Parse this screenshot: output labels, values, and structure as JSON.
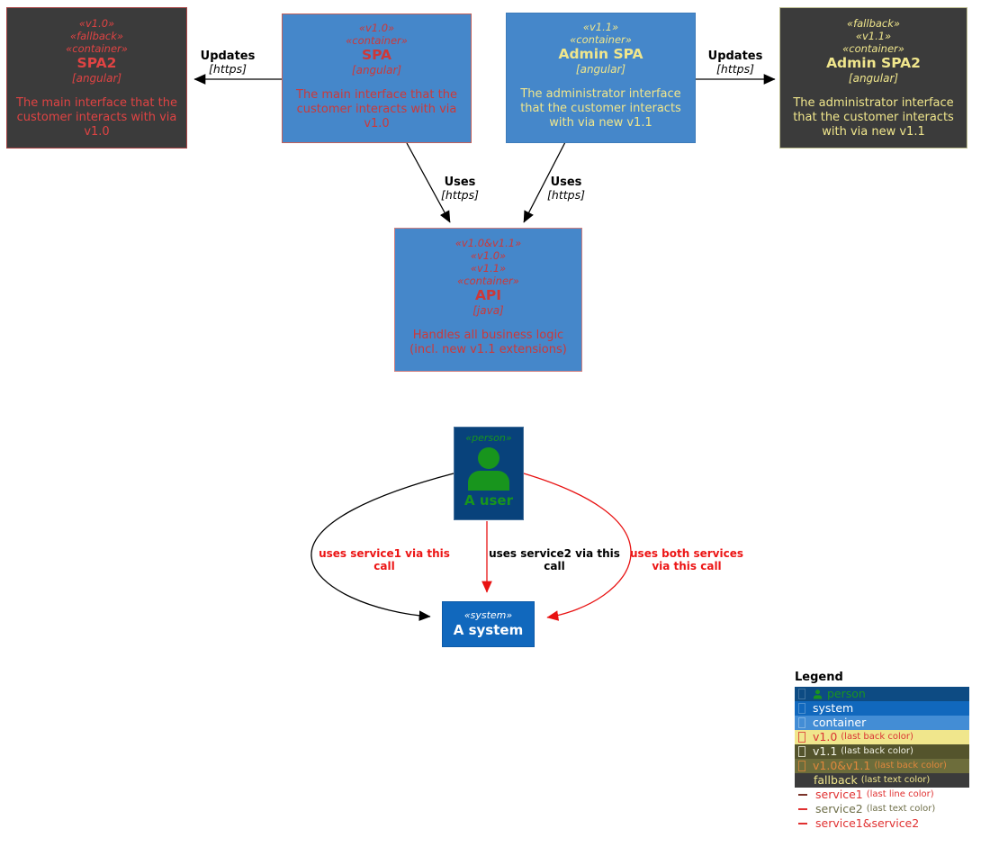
{
  "diagram": {
    "nodes": {
      "spa2": {
        "stereotypes": [
          "«v1.0»",
          "«fallback»",
          "«container»"
        ],
        "name": "SPA2",
        "tech": "[angular]",
        "description": "The main interface that the customer interacts with via v1.0"
      },
      "spa": {
        "stereotypes": [
          "«v1.0»",
          "«container»"
        ],
        "name": "SPA",
        "tech": "[angular]",
        "description": "The main interface that the customer interacts with via v1.0"
      },
      "admin_spa": {
        "stereotypes": [
          "«v1.1»",
          "«container»"
        ],
        "name": "Admin SPA",
        "tech": "[angular]",
        "description": "The administrator interface that the customer interacts with via new v1.1"
      },
      "admin_spa2": {
        "stereotypes": [
          "«fallback»",
          "«v1.1»",
          "«container»"
        ],
        "name": "Admin SPA2",
        "tech": "[angular]",
        "description": "The administrator interface that the customer interacts with via new v1.1"
      },
      "api": {
        "stereotypes": [
          "«v1.0&v1.1»",
          "«v1.0»",
          "«v1.1»",
          "«container»"
        ],
        "name": "API",
        "tech": "[java]",
        "description": "Handles all business logic (incl. new v1.1 extensions)"
      },
      "user": {
        "stereotype": "«person»",
        "name": "A user"
      },
      "system": {
        "stereotype": "«system»",
        "name": "A system"
      }
    },
    "edges": {
      "updates_left": {
        "label": "Updates",
        "tech": "[https]"
      },
      "updates_right": {
        "label": "Updates",
        "tech": "[https]"
      },
      "uses_left": {
        "label": "Uses",
        "tech": "[https]"
      },
      "uses_right": {
        "label": "Uses",
        "tech": "[https]"
      },
      "service1": {
        "label": "uses service1 via this call"
      },
      "service2": {
        "label": "uses service2 via this call"
      },
      "both_services": {
        "label": "uses both services via this call"
      }
    }
  },
  "legend": {
    "title": "Legend",
    "rows": {
      "person": {
        "label": "person",
        "suffix": ""
      },
      "system": {
        "label": "system",
        "suffix": ""
      },
      "container": {
        "label": "container",
        "suffix": ""
      },
      "v10": {
        "label": "v1.0",
        "suffix": "(last back color)"
      },
      "v11": {
        "label": "v1.1",
        "suffix": "(last back color)"
      },
      "v10v11": {
        "label": "v1.0&v1.1",
        "suffix": "(last back color)"
      },
      "fallback": {
        "label": "fallback",
        "suffix": "(last text color)"
      },
      "service1": {
        "label": "service1",
        "suffix": "(last line color)"
      },
      "service2": {
        "label": "service2",
        "suffix": "(last text color)"
      },
      "s1s2": {
        "label": "service1&service2",
        "suffix": ""
      }
    }
  },
  "colors": {
    "container_blue": "#4587ca",
    "legend_container_blue": "#438dd5",
    "system_blue": "#1168bd",
    "person_navy": "#08427b",
    "dark_gray": "#3b3b3b",
    "khaki": "#f0e68c",
    "box_red_text": "#cd3838",
    "bright_red": "#ec1515",
    "green": "#18951d",
    "orange": "#e0883c",
    "olive_dark": "#54542c",
    "olive": "#6d6d3b",
    "maroon_dash": "#7b342a",
    "black": "#000000"
  }
}
